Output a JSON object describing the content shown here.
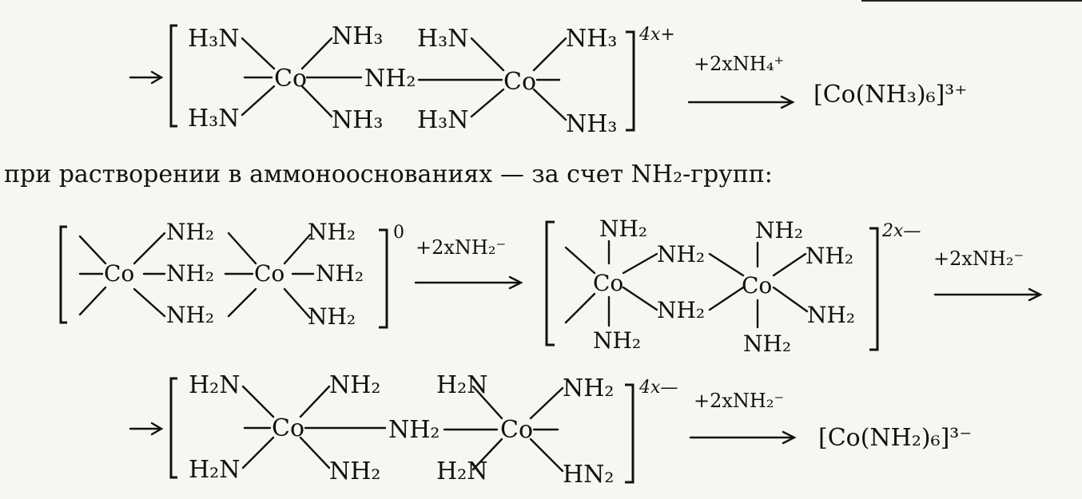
{
  "text_line": "при растворении в аммоноосновaниях — за счет NH₂-групп:",
  "labels": {
    "co": "Co",
    "h3n": "H₃N",
    "nh3": "NH₃",
    "nh2": "NH₂",
    "h2n": "H₂N",
    "hn2": "HN₂",
    "charge_0": "0",
    "charge_2x_minus": "2x—",
    "charge_4x_plus": "4x+",
    "charge_4x_minus": "4x—",
    "reagent_nh4": "+2xNH₄⁺",
    "reagent_nh2": "+2xNH₂⁻",
    "product_nh3": "[Co(NH₃)₆]³⁺",
    "product_nh2": "[Co(NH₂)₆]³⁻"
  }
}
